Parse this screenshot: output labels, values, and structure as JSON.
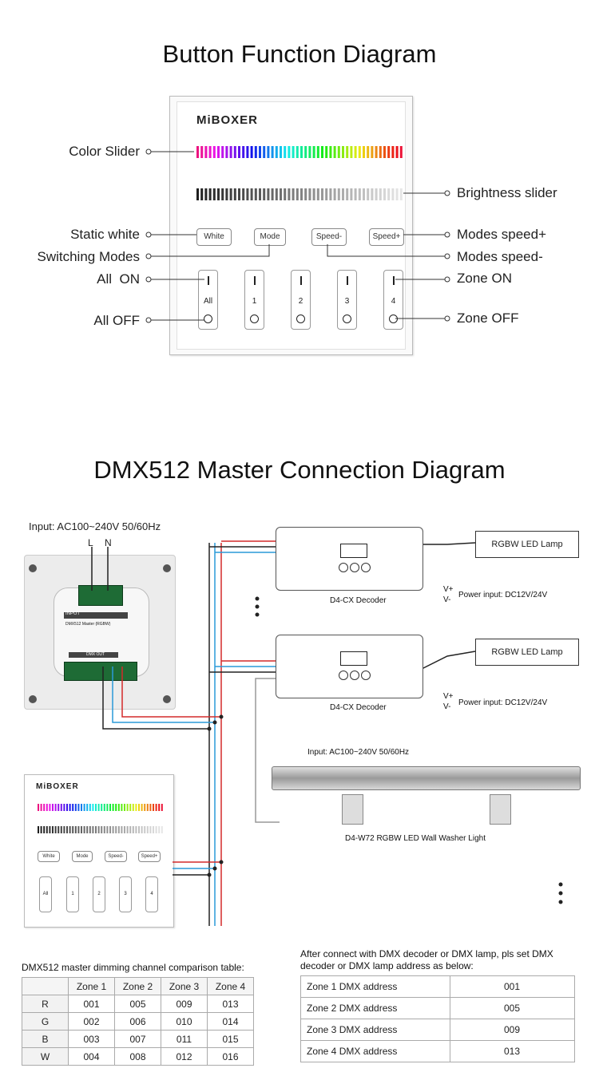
{
  "section1": {
    "title": "Button Function Diagram",
    "brand": "MiBOXER",
    "buttons": [
      "White",
      "Mode",
      "Speed-",
      "Speed+"
    ],
    "zones": [
      "All",
      "1",
      "2",
      "3",
      "4"
    ],
    "left_labels": {
      "color_slider": "Color Slider",
      "static_white": "Static white",
      "switching_modes": "Switching Modes",
      "all_on": "All  ON",
      "all_off": "All OFF"
    },
    "right_labels": {
      "brightness_slider": "Brightness slider",
      "modes_speed_plus": "Modes speed+",
      "modes_speed_minus": "Modes speed-",
      "zone_on": "Zone ON",
      "zone_off": "Zone OFF"
    }
  },
  "section2": {
    "title": "DMX512 Master Connection Diagram",
    "input_label": "Input: AC100~240V 50/60Hz",
    "L": "L",
    "N": "N",
    "decoder_label": "D4-CX Decoder",
    "lamp_label": "RGBW LED Lamp",
    "power_input": "Power input: DC12V/24V",
    "v_plus": "V+",
    "v_minus": "V-",
    "washer_input": "Input: AC100~240V 50/60Hz",
    "washer_label": "D4-W72 RGBW LED Wall Washer Light",
    "dmx_out": "DMX OUT",
    "input_tag": "INPUT",
    "module_text": "DMX512 Master (RGBW)"
  },
  "table1": {
    "caption": "DMX512 master dimming channel comparison table:",
    "headers": [
      "",
      "Zone 1",
      "Zone 2",
      "Zone 3",
      "Zone 4"
    ],
    "rows": [
      [
        "R",
        "001",
        "005",
        "009",
        "013"
      ],
      [
        "G",
        "002",
        "006",
        "010",
        "014"
      ],
      [
        "B",
        "003",
        "007",
        "011",
        "015"
      ],
      [
        "W",
        "004",
        "008",
        "012",
        "016"
      ]
    ]
  },
  "table2": {
    "caption": "After connect with DMX decoder or DMX lamp, pls set DMX decoder or DMX lamp address as below:",
    "rows": [
      [
        "Zone 1 DMX address",
        "001"
      ],
      [
        "Zone 2 DMX address",
        "005"
      ],
      [
        "Zone 3 DMX address",
        "009"
      ],
      [
        "Zone 4 DMX address",
        "013"
      ]
    ]
  }
}
